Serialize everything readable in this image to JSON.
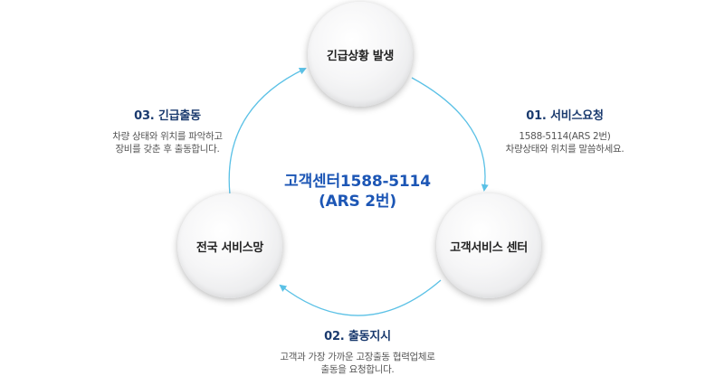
{
  "nodes": {
    "top": "긴급상황 발생",
    "right": "고객서비스 센터",
    "left": "전국 서비스망"
  },
  "center": {
    "line1": "고객센터1588-5114",
    "line2": "(ARS 2번)"
  },
  "steps": [
    {
      "title": "01. 서비스요청",
      "lines": [
        "1588-5114(ARS 2번)",
        "차량상태와 위치를 말씀하세요."
      ]
    },
    {
      "title": "02. 출동지시",
      "lines": [
        "고객과 가장 가까운 고장출동 협력업체로",
        "출동을 요청합니다."
      ]
    },
    {
      "title": "03. 긴급출동",
      "lines": [
        "차량 상태와 위치를 파악하고",
        "장비를 갖춘 후 출동합니다."
      ]
    }
  ],
  "colors": {
    "arrow": "#5bc1e6",
    "title": "#1a3a6e",
    "center": "#1c56b5"
  }
}
